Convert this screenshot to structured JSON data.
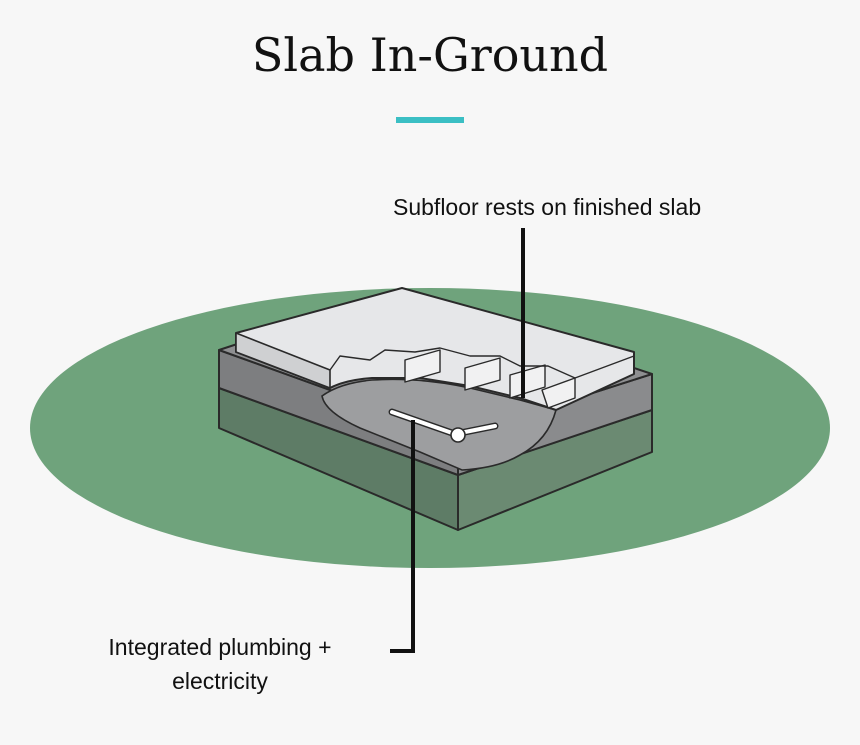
{
  "title": "Slab In-Ground",
  "callouts": {
    "subfloor": "Subfloor rests on finished slab",
    "plumbing_line1": "Integrated plumbing +",
    "plumbing_line2": "electricity"
  },
  "colors": {
    "background": "#f7f7f7",
    "accent_rule": "#3bbfc4",
    "ground": "#6fa37c",
    "slab_top": "#8e8f91",
    "slab_side_dark": "#5a7a62",
    "subfloor_panel": "#e6e7e9",
    "leader_line": "#111111"
  },
  "icons": [
    "title-accent-rule",
    "ground-ellipse",
    "slab-block",
    "subfloor-panel",
    "plumbing-pipe",
    "leader-line"
  ]
}
